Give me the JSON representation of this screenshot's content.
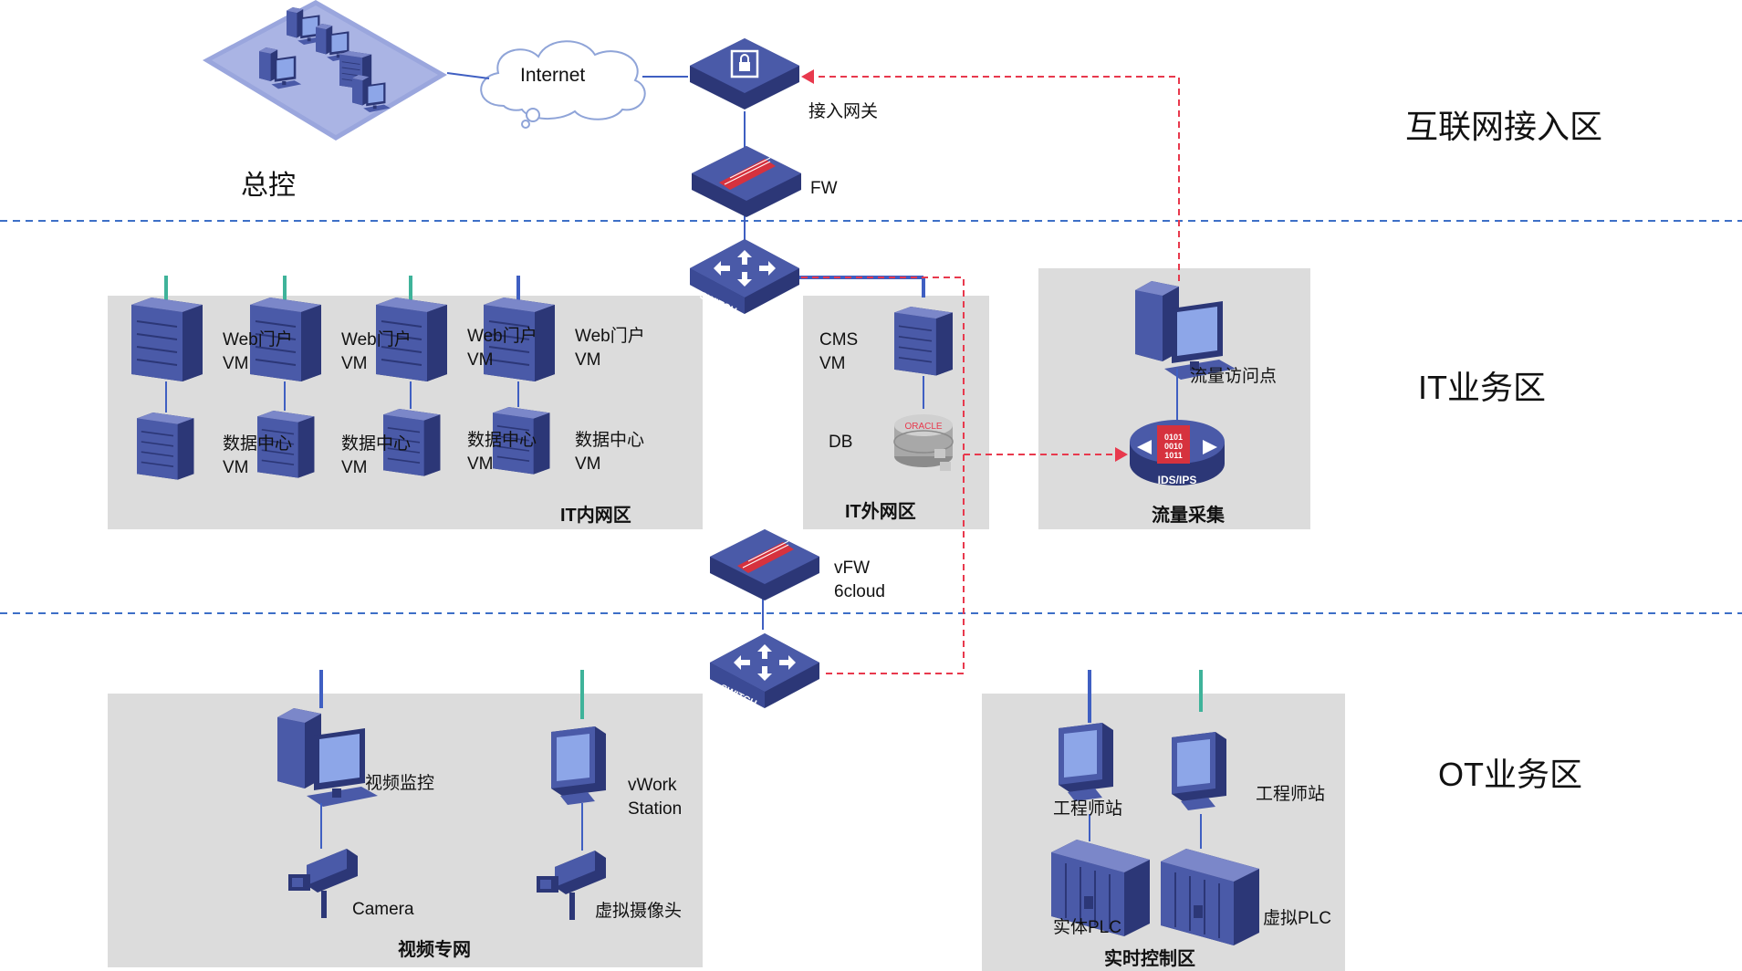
{
  "colors": {
    "device": "#4a5aa8",
    "device_dark": "#2c3777",
    "device_light": "#7b87c9",
    "panel": "#dcdcdc",
    "link_green": "#3fb39a",
    "link_blue": "#3f5fc2",
    "dashed_red": "#e8394d",
    "divider": "#3d6fc7"
  },
  "zones": {
    "internet": "互联网接入区",
    "it": "IT业务区",
    "ot": "OT业务区"
  },
  "top": {
    "control_label": "总控",
    "cloud_label": "Internet",
    "gateway_label": "接入网关",
    "fw_label": "FW"
  },
  "icons": {
    "switch_text": "SWITCH",
    "oracle_text": "ORACLE",
    "ids_text": "IDS/IPS",
    "ids_bits": [
      "0101",
      "0010",
      "1011"
    ]
  },
  "it_inner": {
    "title": "IT内网区",
    "web_line1": "Web门户",
    "web_line2": "VM",
    "dc_line1": "数据中心",
    "dc_line2": "VM"
  },
  "it_outer": {
    "title": "IT外网区",
    "cms_line1": "CMS",
    "cms_line2": "VM",
    "db_label": "DB"
  },
  "traffic": {
    "title": "流量采集",
    "access_point": "流量访问点"
  },
  "vfw": {
    "line1": "vFW",
    "line2": "6cloud"
  },
  "video": {
    "title": "视频专网",
    "monitor_label": "视频监控",
    "camera_label": "Camera",
    "vwork_line1": "vWork",
    "vwork_line2": "Station",
    "virtual_camera_label": "虚拟摄像头"
  },
  "realtime": {
    "title": "实时控制区",
    "eng_station_1": "工程师站",
    "eng_station_2": "工程师站",
    "plc_physical": "实体PLC",
    "plc_virtual": "虚拟PLC"
  }
}
